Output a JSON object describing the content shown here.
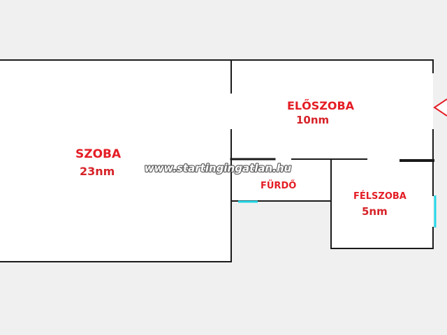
{
  "colors": {
    "background": "#f0f0f0",
    "floor": "#ffffff",
    "wall": "#1a1a1a",
    "label": "#e41d25",
    "window": "#22d8e8",
    "entrance_marker": "#e41d25",
    "watermark": "#ffffff"
  },
  "rooms": [
    {
      "key": "szoba",
      "name": "SZOBA",
      "area": "23nm"
    },
    {
      "key": "eloszoba",
      "name": "ELŐSZOBA",
      "area": "10nm"
    },
    {
      "key": "furdo",
      "name": "FÜRDŐ",
      "area": ""
    },
    {
      "key": "felszoba",
      "name": "FÉLSZOBA",
      "area": "5nm"
    }
  ],
  "watermark": "www.startingingatlan.hu",
  "icons": {
    "entrance": "entrance-arrow-icon"
  }
}
